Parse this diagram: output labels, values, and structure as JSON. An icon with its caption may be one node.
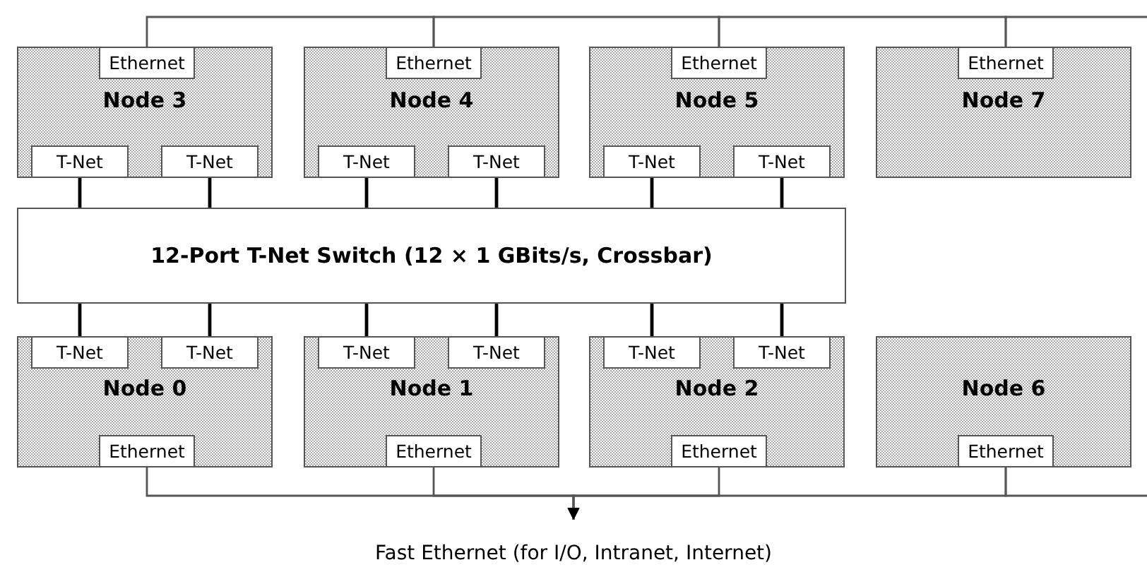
{
  "diagram": {
    "nodes": [
      {
        "text": [
          "Node 3"
        ]
      },
      {
        "text": [
          "Ethernet"
        ],
        "in": 0
      },
      {
        "text": [
          "T-Net"
        ],
        "in": 0
      },
      {
        "text": [
          "T-Net"
        ],
        "in": 0
      },
      {
        "text": [
          "Node 4"
        ]
      },
      {
        "text": [
          "Ethernet"
        ],
        "in": 4
      },
      {
        "text": [
          "T-Net"
        ],
        "in": 4
      },
      {
        "text": [
          "T-Net"
        ],
        "in": 4
      },
      {
        "text": [
          "Node 5"
        ]
      },
      {
        "text": [
          "Ethernet"
        ],
        "in": 8
      },
      {
        "text": [
          "T-Net"
        ],
        "in": 8
      },
      {
        "text": [
          "T-Net"
        ],
        "in": 8
      },
      {
        "text": [
          "Node 7"
        ]
      },
      {
        "text": [
          "Ethernet"
        ],
        "in": 12
      },
      {
        "text": [
          "12-Port T-Net Switch (12 × 1 GBits/s, Crossbar)"
        ]
      },
      {
        "text": [
          "Node 0"
        ]
      },
      {
        "text": [
          "T-Net"
        ],
        "in": 15
      },
      {
        "text": [
          "T-Net"
        ],
        "in": 15
      },
      {
        "text": [
          "Ethernet"
        ],
        "in": 15
      },
      {
        "text": [
          "Node 1"
        ]
      },
      {
        "text": [
          "T-Net"
        ],
        "in": 19
      },
      {
        "text": [
          "T-Net"
        ],
        "in": 19
      },
      {
        "text": [
          "Ethernet"
        ],
        "in": 19
      },
      {
        "text": [
          "Node 2"
        ]
      },
      {
        "text": [
          "T-Net"
        ],
        "in": 23
      },
      {
        "text": [
          "T-Net"
        ],
        "in": 23
      },
      {
        "text": [
          "Ethernet"
        ],
        "in": 23
      },
      {
        "text": [
          "Node 6"
        ]
      },
      {
        "text": [
          "Ethernet"
        ],
        "in": 27
      },
      {
        "text": [
          "Fast Ethernet (for I/O, Intranet, Internet)"
        ]
      }
    ],
    "edges": [
      {
        "from": 2,
        "to": 14,
        "arrow": "none"
      },
      {
        "from": 3,
        "to": 14,
        "arrow": "none"
      },
      {
        "from": 6,
        "to": 14,
        "arrow": "none"
      },
      {
        "from": 7,
        "to": 14,
        "arrow": "none"
      },
      {
        "from": 10,
        "to": 14,
        "arrow": "none"
      },
      {
        "from": 11,
        "to": 14,
        "arrow": "none"
      },
      {
        "from": 16,
        "to": 14,
        "arrow": "none"
      },
      {
        "from": 17,
        "to": 14,
        "arrow": "none"
      },
      {
        "from": 20,
        "to": 14,
        "arrow": "none"
      },
      {
        "from": 21,
        "to": 14,
        "arrow": "none"
      },
      {
        "from": 24,
        "to": 14,
        "arrow": "none"
      },
      {
        "from": 25,
        "to": 14,
        "arrow": "none"
      },
      {
        "from": 1,
        "to": 5,
        "arrow": "none",
        "color": "#555555"
      },
      {
        "from": 5,
        "to": 9,
        "arrow": "none",
        "color": "#555555"
      },
      {
        "from": 9,
        "to": 13,
        "arrow": "none",
        "color": "#555555"
      },
      {
        "from": 13,
        "to": null,
        "arrow": "none",
        "color": "#555555"
      },
      {
        "from": 18,
        "to": 29,
        "arrow": "to",
        "color": "#555555"
      },
      {
        "from": 22,
        "to": 29,
        "arrow": "to",
        "color": "#555555"
      },
      {
        "from": 26,
        "to": 29,
        "arrow": "to",
        "color": "#555555"
      },
      {
        "from": 28,
        "to": 29,
        "arrow": "to",
        "color": "#555555"
      },
      {
        "from": 28,
        "to": null,
        "arrow": "none",
        "color": "#555555"
      }
    ]
  }
}
